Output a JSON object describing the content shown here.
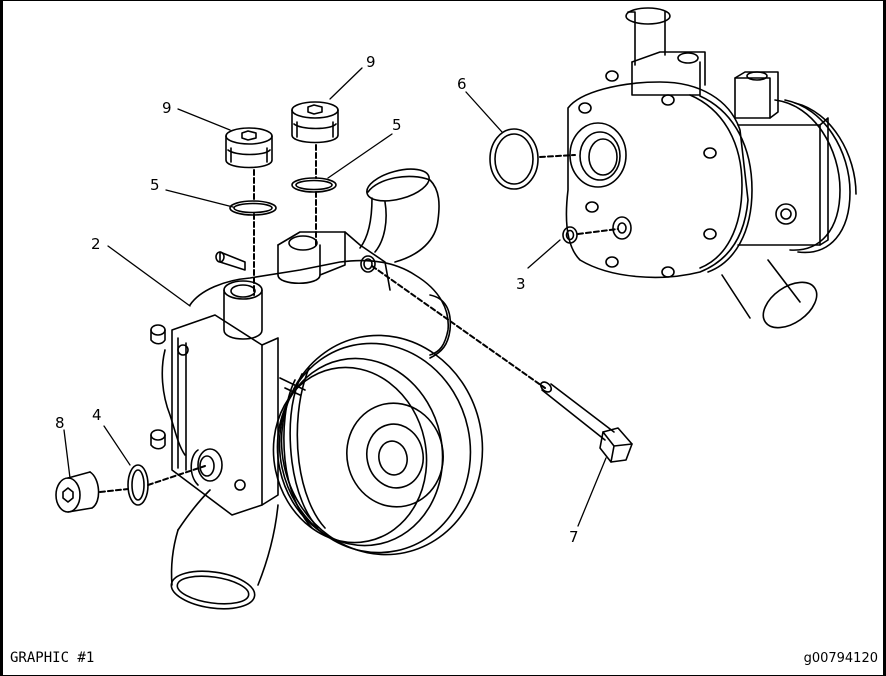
{
  "figure": {
    "graphic_label": "GRAPHIC #1",
    "figure_id": "g00794120"
  },
  "callouts": {
    "c2": "2",
    "c3": "3",
    "c4": "4",
    "c5_left": "5",
    "c5_right": "5",
    "c6": "6",
    "c7": "7",
    "c8": "8",
    "c9_left": "9",
    "c9_right": "9"
  },
  "colors": {
    "line": "#000000",
    "background": "#ffffff"
  }
}
